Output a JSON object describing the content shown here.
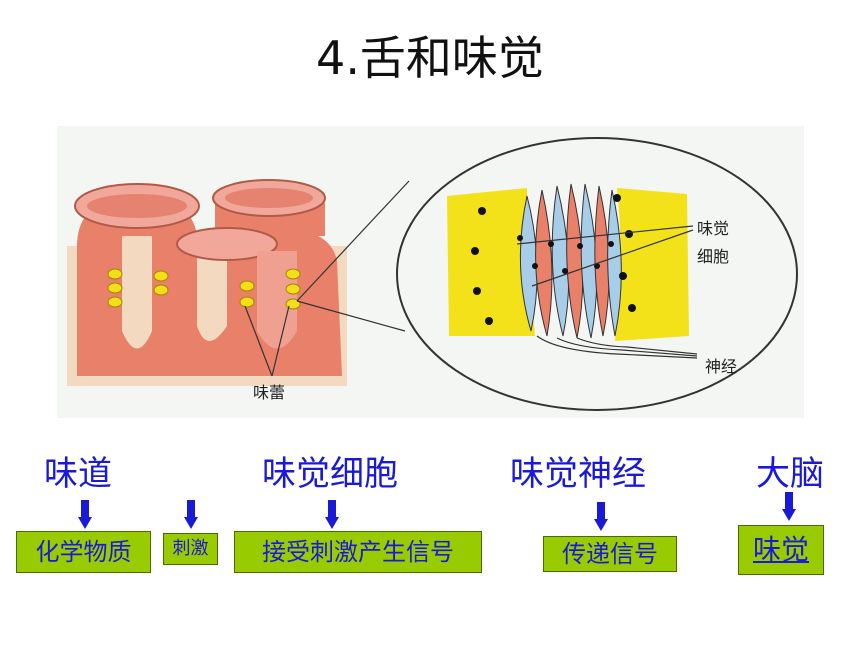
{
  "slide": {
    "title": "4.舌和味觉"
  },
  "figure": {
    "labels": {
      "taste_bud": "味蕾",
      "taste_cell_line1": "味觉",
      "taste_cell_line2": "细胞",
      "nerve": "神经"
    }
  },
  "flow": {
    "heads": [
      "味道",
      "味觉细胞",
      "味觉神经",
      "大脑"
    ],
    "boxes": [
      "化学物质",
      "刺激",
      "接受刺激产生信号",
      "传递信号",
      "味觉"
    ]
  },
  "colors": {
    "flow_text": "#1a1ad6",
    "box_fill": "#99cc00",
    "arrow": "#1a1ad6"
  }
}
